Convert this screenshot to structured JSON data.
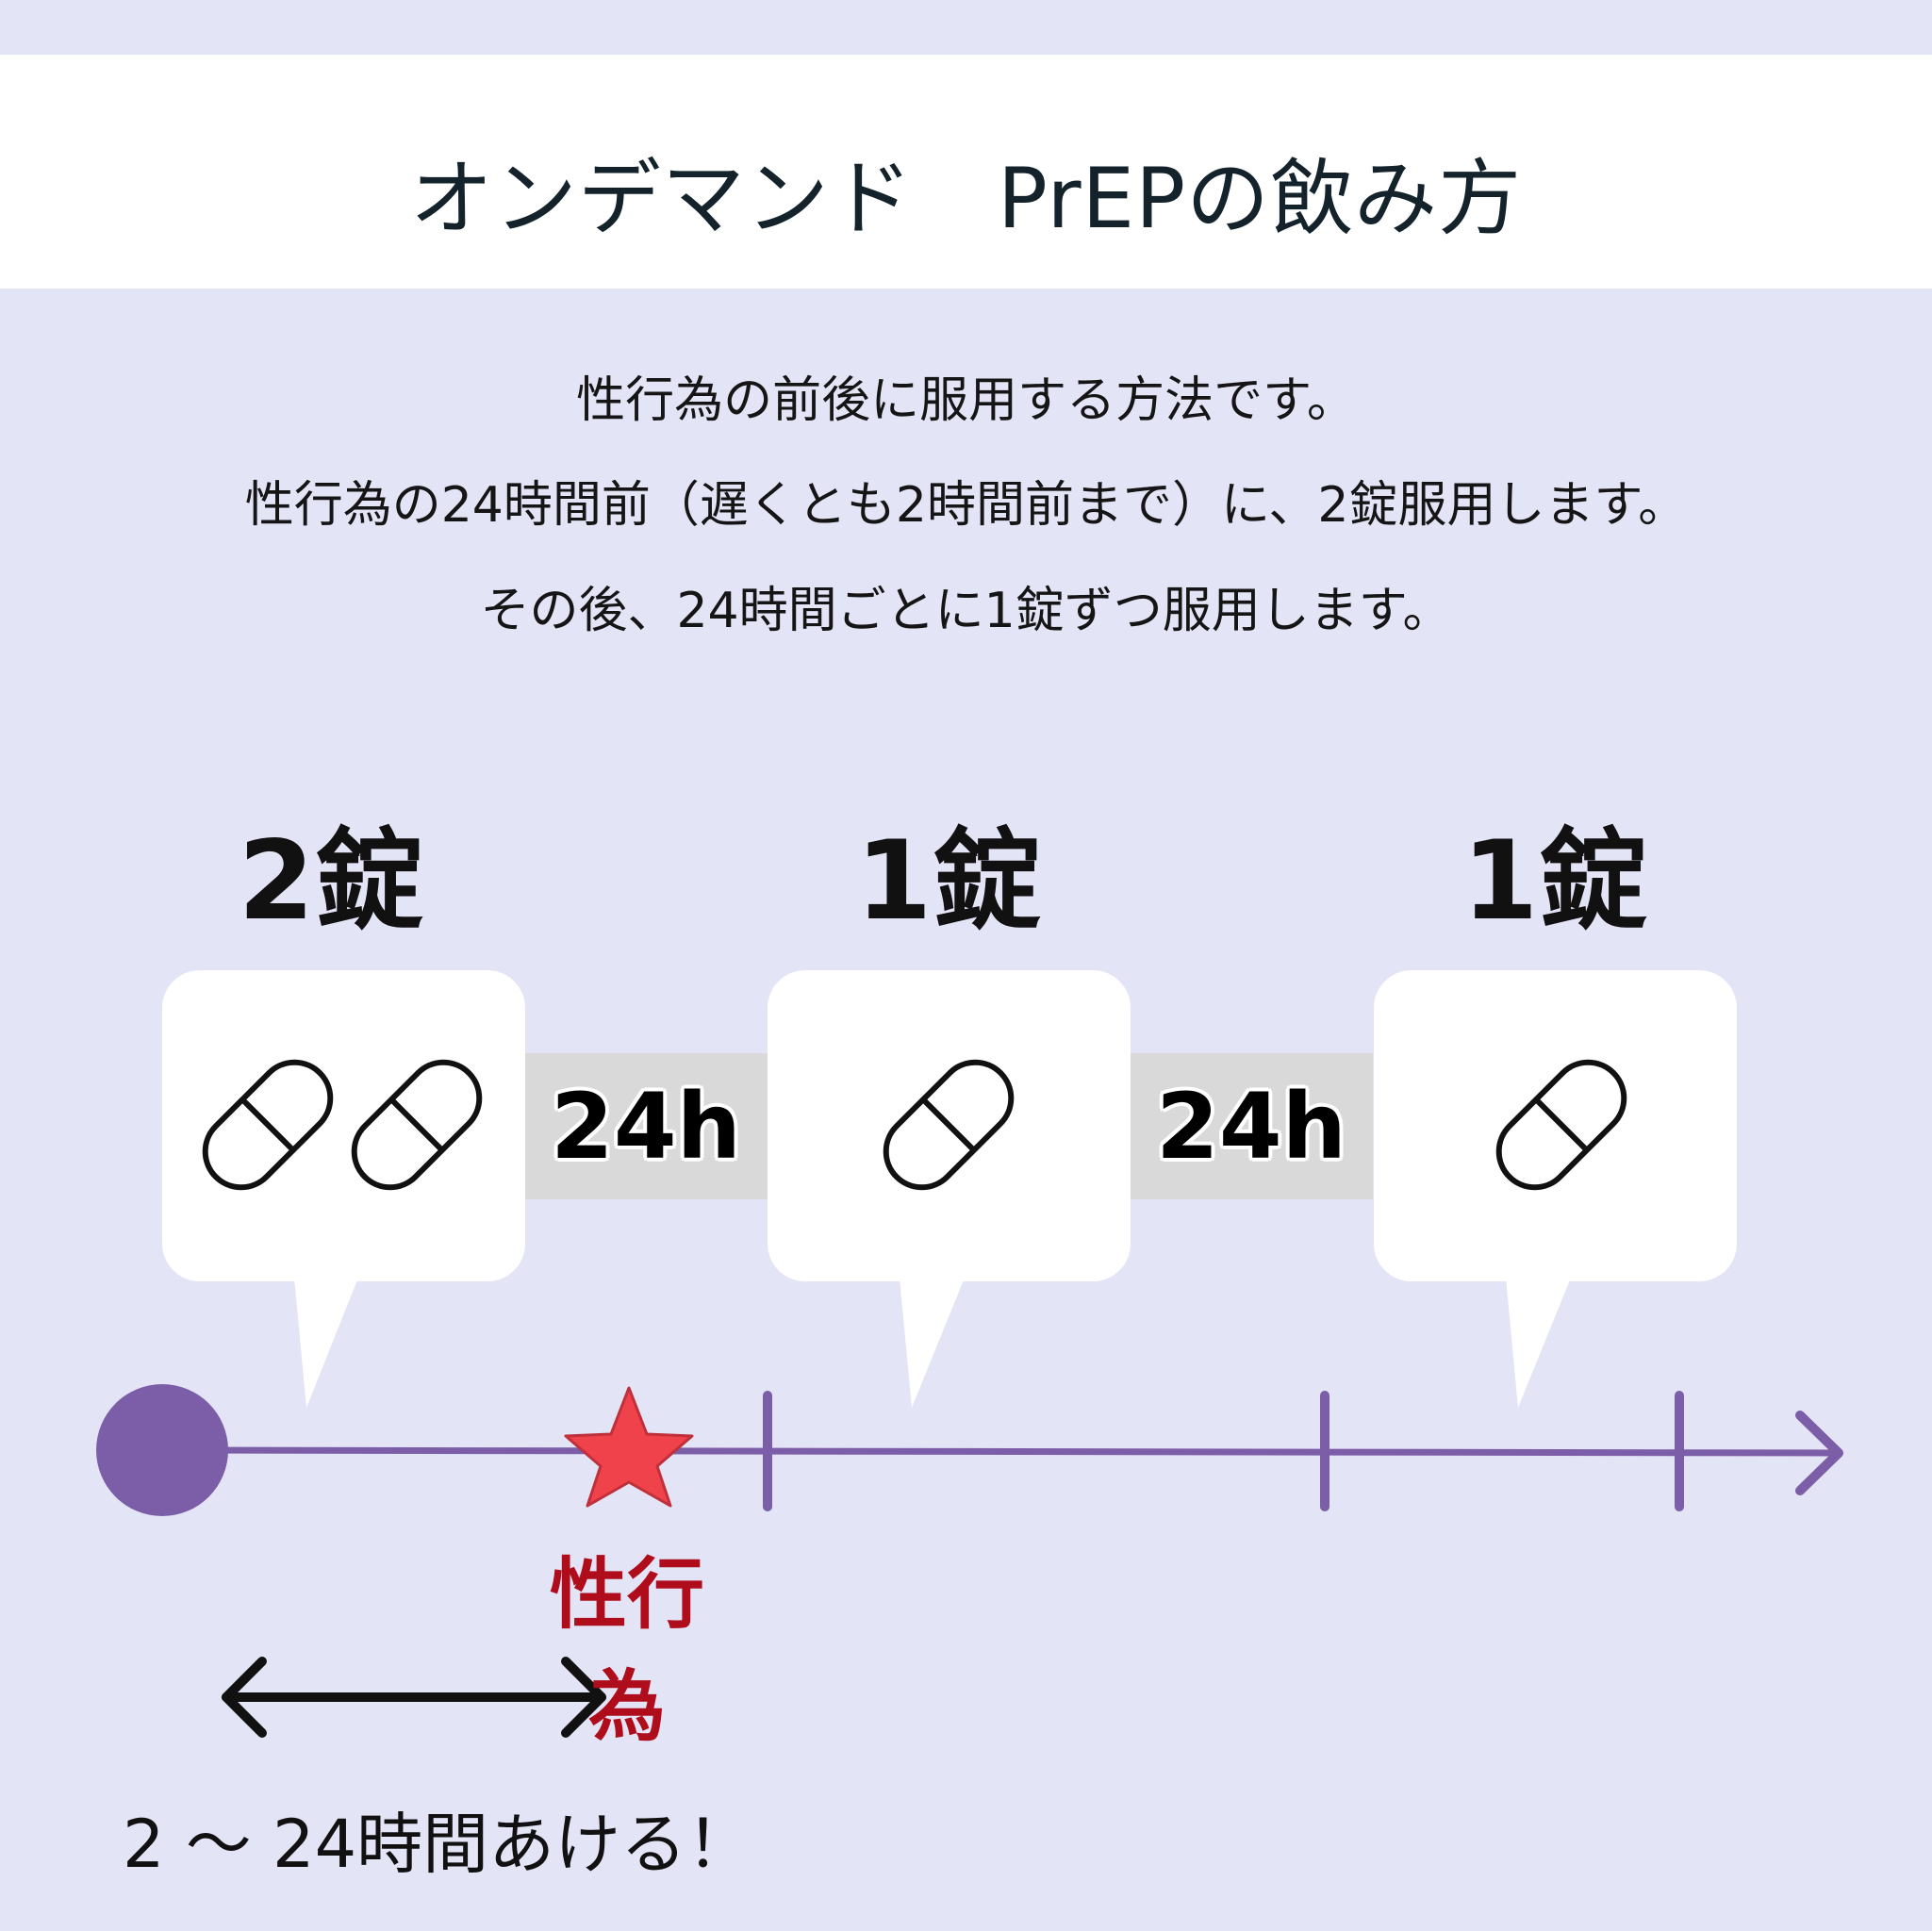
{
  "title": "オンデマンド　PrEPの飲み方",
  "description": [
    "性行為の前後に服用する方法です。",
    "性行為の24時間前（遅くとも2時間前まで）に、2錠服用します。",
    "その後、24時間ごとに1錠ずつ服用します。"
  ],
  "doses": [
    {
      "label": "2錠",
      "pills": 2
    },
    {
      "label": "1錠",
      "pills": 1
    },
    {
      "label": "1錠",
      "pills": 1
    }
  ],
  "intervals": [
    "24h",
    "24h"
  ],
  "event_label": "性行為",
  "gap_label": "2 ～ 24時間あける！",
  "colors": {
    "background": "#e4e4f7",
    "header": "#ffffff",
    "timeline": "#7b5ea7",
    "event_star": "#f0424a",
    "event_text": "#b00d1c",
    "interval_band": "#d9d9d9"
  },
  "icons": [
    "capsule-icon",
    "star-icon",
    "double-arrow-icon"
  ]
}
